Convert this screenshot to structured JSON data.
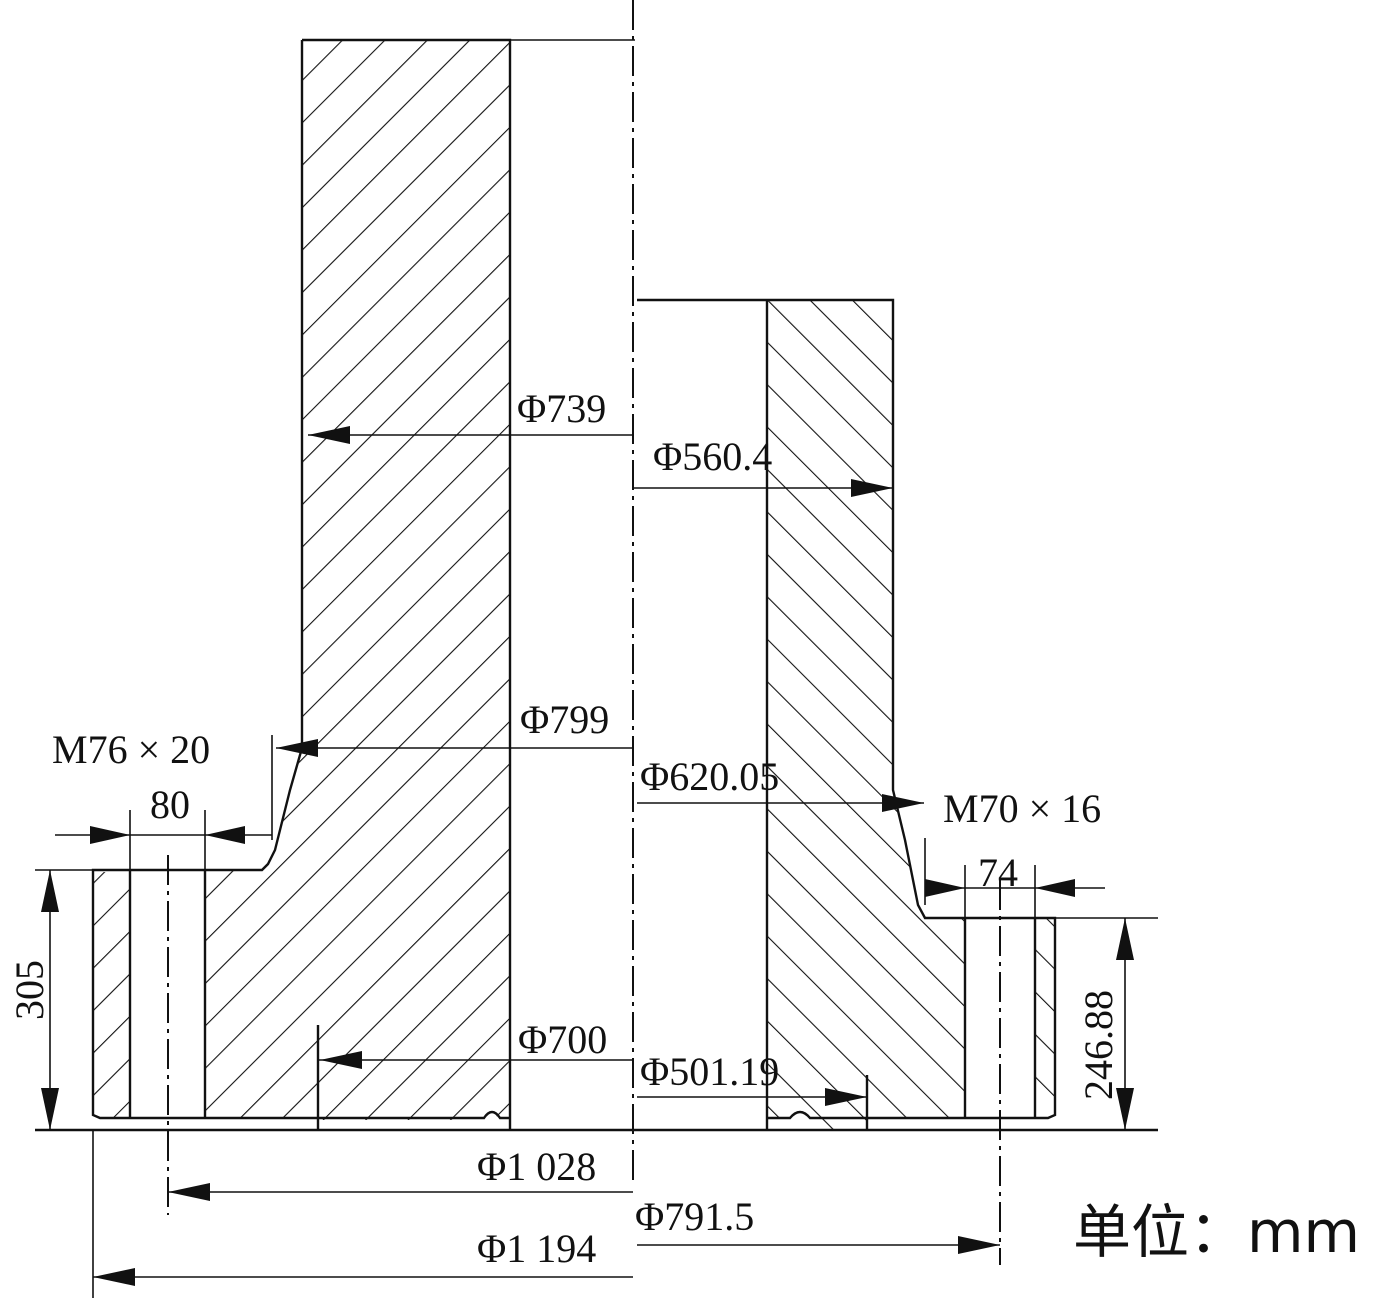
{
  "labels": {
    "d739": "Φ739",
    "d560": "Φ560.4",
    "d799": "Φ799",
    "d620": "Φ620.05",
    "thread_left": "M76 × 20",
    "thread_right": "M70 × 16",
    "w80": "80",
    "w74": "74",
    "h305": "305",
    "h246": "246.88",
    "d700": "Φ700",
    "d501": "Φ501.19",
    "d1028": "Φ1 028",
    "d791": "Φ791.5",
    "d1194": "Φ1 194",
    "unit": "单位：mm"
  }
}
